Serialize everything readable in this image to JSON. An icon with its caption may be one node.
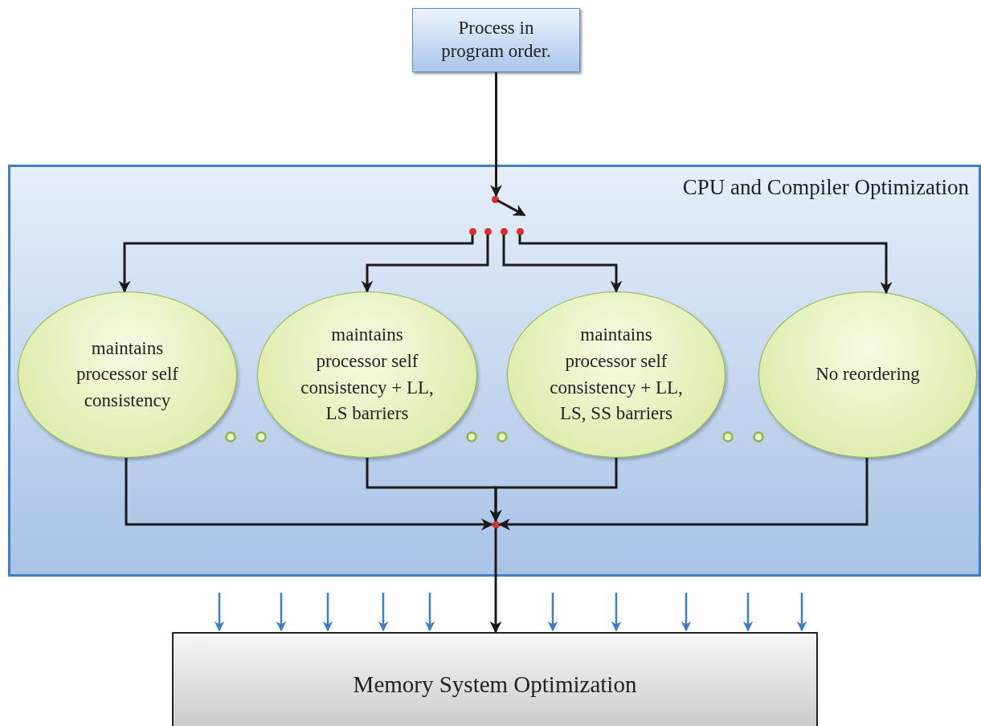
{
  "diagram": {
    "nodes": [
      {
        "text": [
          "Process in program order."
        ]
      },
      {
        "text": [
          "CPU and Compiler Optimization"
        ]
      },
      {
        "text": [],
        "shape": "circle",
        "in": 1
      },
      {
        "text": [],
        "shape": "circle",
        "in": 1
      },
      {
        "text": [],
        "shape": "circle",
        "in": 1
      },
      {
        "text": [],
        "shape": "circle",
        "in": 1
      },
      {
        "text": [],
        "shape": "circle",
        "in": 1
      },
      {
        "text": [],
        "shape": "circle",
        "in": 1
      },
      {
        "text": [
          "maintains processor self consistency"
        ],
        "in": 1
      },
      {
        "text": [
          "maintains processor self consistency + LL, LS barriers"
        ],
        "in": 1
      },
      {
        "text": [
          "maintains processor self consistency + LL, LS, SS barriers"
        ],
        "in": 1
      },
      {
        "text": [
          "No reordering"
        ],
        "in": 1
      },
      {
        "text": [
          "Memory System Optimization"
        ]
      }
    ],
    "edges": [
      {
        "from": 0,
        "to": 2,
        "arrow": "to"
      },
      {
        "from": 3,
        "to": 8,
        "arrow": "to"
      },
      {
        "from": 4,
        "to": 9,
        "arrow": "to"
      },
      {
        "from": 5,
        "to": 10,
        "arrow": "to"
      },
      {
        "from": 6,
        "to": 11,
        "arrow": "to"
      },
      {
        "from": 8,
        "to": 7,
        "arrow": "to"
      },
      {
        "from": 9,
        "to": 7,
        "arrow": "to"
      },
      {
        "from": 10,
        "to": 7,
        "arrow": "to"
      },
      {
        "from": 11,
        "to": 7,
        "arrow": "to"
      },
      {
        "from": 7,
        "to": 12,
        "arrow": "to"
      },
      {
        "from": 2,
        "to": 6,
        "arrow": "to"
      }
    ]
  }
}
